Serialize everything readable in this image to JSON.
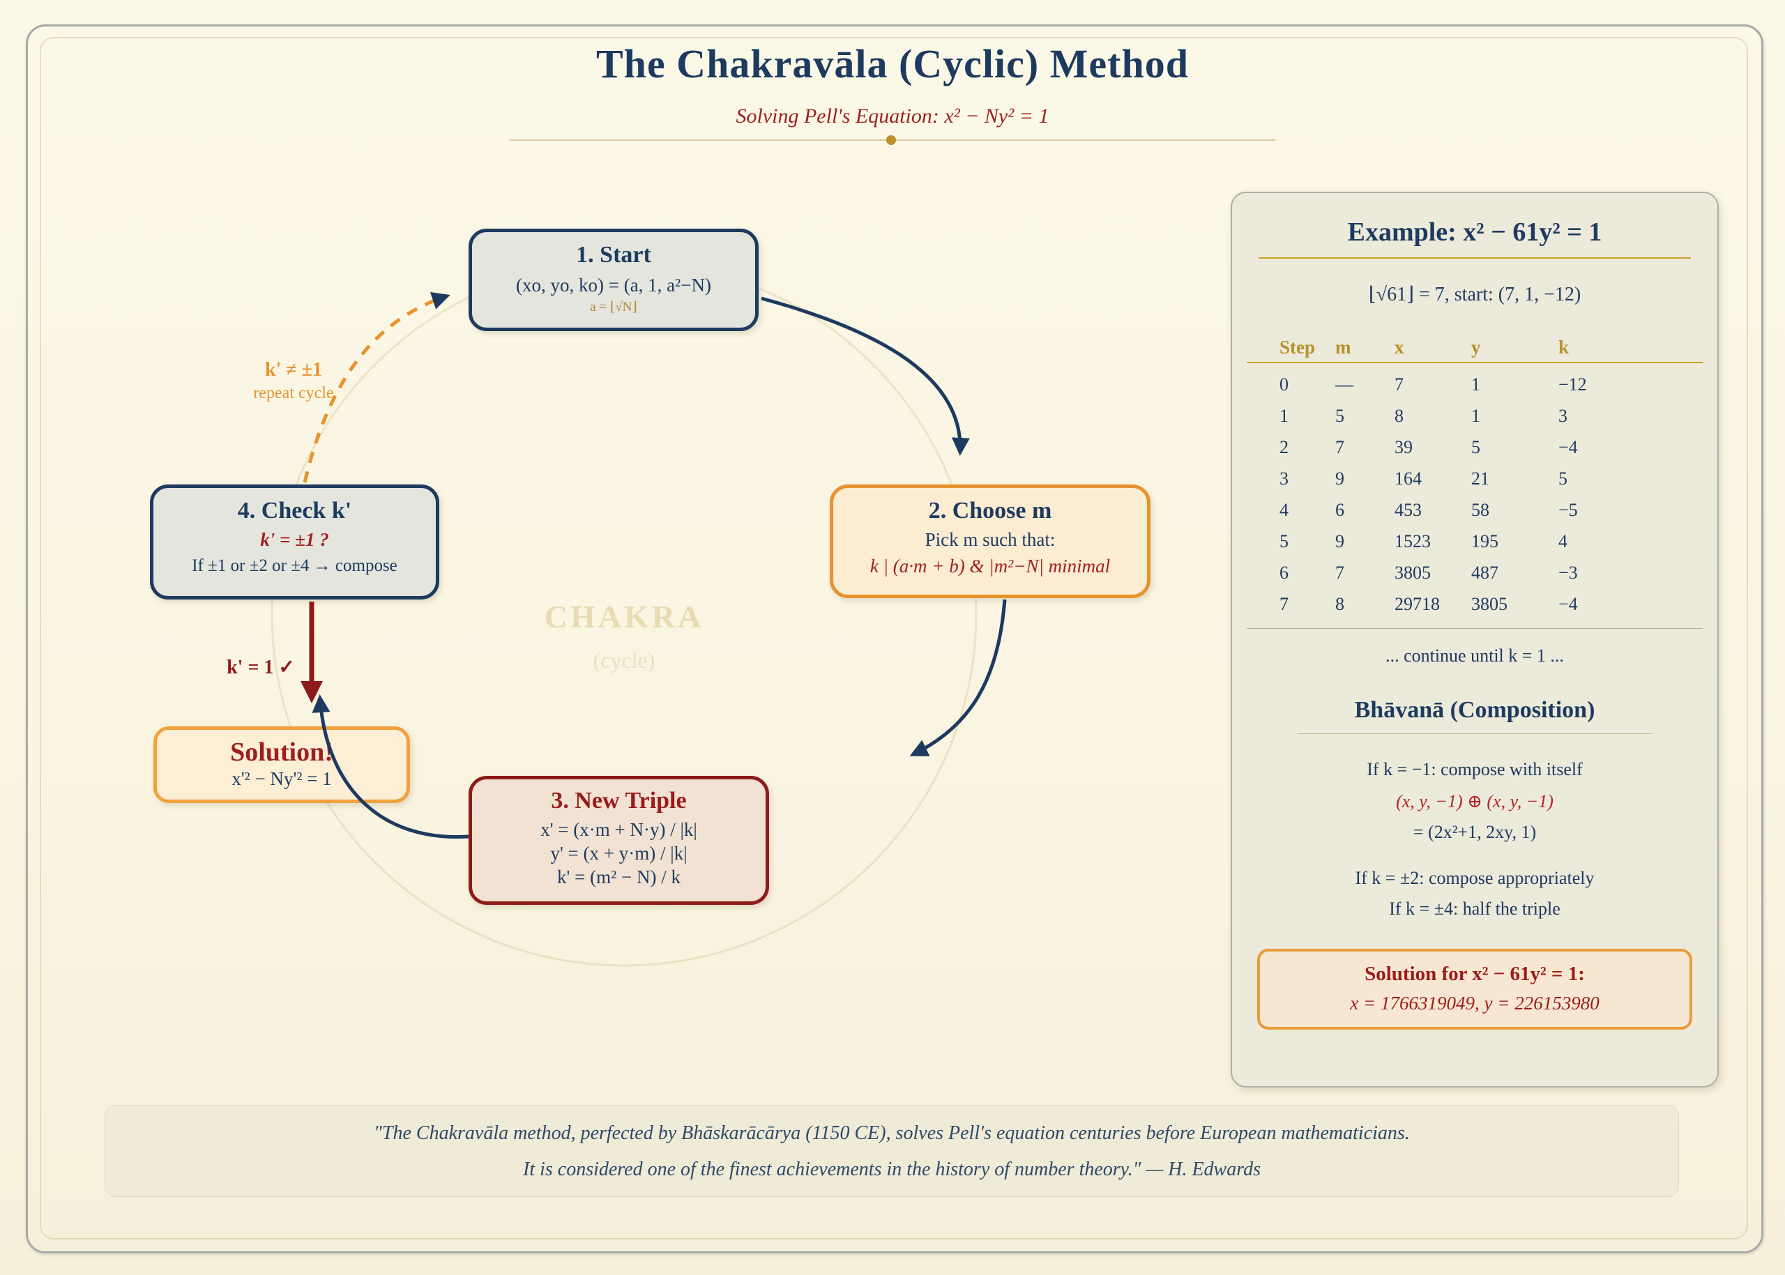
{
  "header": {
    "title": "The Chakravāla (Cyclic) Method",
    "subtitle": "Solving Pell's Equation: x² − Ny² = 1"
  },
  "cycle": {
    "watermark_line1": "CHAKRA",
    "watermark_line2": "(cycle)",
    "boxes": {
      "start": {
        "title": "1. Start",
        "line1": "(xo, yo, ko) = (a, 1, a²−N)",
        "line2": "a = ⌊√N⌋"
      },
      "choose": {
        "title": "2. Choose m",
        "line1": "Pick m such that:",
        "line2": "k | (a·m + b) & |m²−N| minimal"
      },
      "triple": {
        "title": "3. New Triple",
        "line1": "x' = (x·m + N·y) / |k|",
        "line2": "y' = (x + y·m) / |k|",
        "line3": "k' = (m² − N) / k"
      },
      "check": {
        "title": "4. Check k'",
        "line1": "k' = ±1 ?",
        "line2": "If ±1 or ±2 or ±4 → compose"
      },
      "solution": {
        "title": "Solution!",
        "line1": "x'² − Ny'² = 1"
      }
    },
    "labels": {
      "repeat_top": "k' ≠ ±1",
      "repeat_bottom": "repeat cycle",
      "success": "k' = 1 ✓"
    }
  },
  "panel": {
    "title": "Example: x² − 61y² = 1",
    "start_line": "⌊√61⌋ = 7, start: (7, 1, −12)",
    "table": {
      "headers": [
        "Step",
        "m",
        "x",
        "y",
        "k"
      ],
      "rows": [
        [
          "0",
          "—",
          "7",
          "1",
          "−12"
        ],
        [
          "1",
          "5",
          "8",
          "1",
          "3"
        ],
        [
          "2",
          "7",
          "39",
          "5",
          "−4"
        ],
        [
          "3",
          "9",
          "164",
          "21",
          "5"
        ],
        [
          "4",
          "6",
          "453",
          "58",
          "−5"
        ],
        [
          "5",
          "9",
          "1523",
          "195",
          "4"
        ],
        [
          "6",
          "7",
          "3805",
          "487",
          "−3"
        ],
        [
          "7",
          "8",
          "29718",
          "3805",
          "−4"
        ]
      ]
    },
    "continue_note": "... continue until k = 1 ...",
    "bhavana": {
      "title": "Bhāvanā (Composition)",
      "line1": "If k = −1: compose with itself",
      "line2": "(x, y, −1) ⊕ (x, y, −1)",
      "line3": "= (2x²+1, 2xy, 1)",
      "line4": "If k = ±2: compose appropriately",
      "line5": "If k = ±4: half the triple"
    },
    "solution": {
      "title": "Solution for x² − 61y² = 1:",
      "value": "x = 1766319049, y = 226153980"
    }
  },
  "quote": {
    "line1": "\"The Chakravāla method, perfected by Bhāskarācārya (1150 CE), solves Pell's equation centuries before European mathematicians.",
    "line2": "It is considered one of the finest achievements in the history of number theory.\" — H. Edwards"
  },
  "colors": {
    "navy": "#1d3a5f",
    "dark_red": "#9b1b1b",
    "orange": "#e8922d",
    "gold": "#c9a227",
    "cream_bg": "#faf5e1"
  }
}
